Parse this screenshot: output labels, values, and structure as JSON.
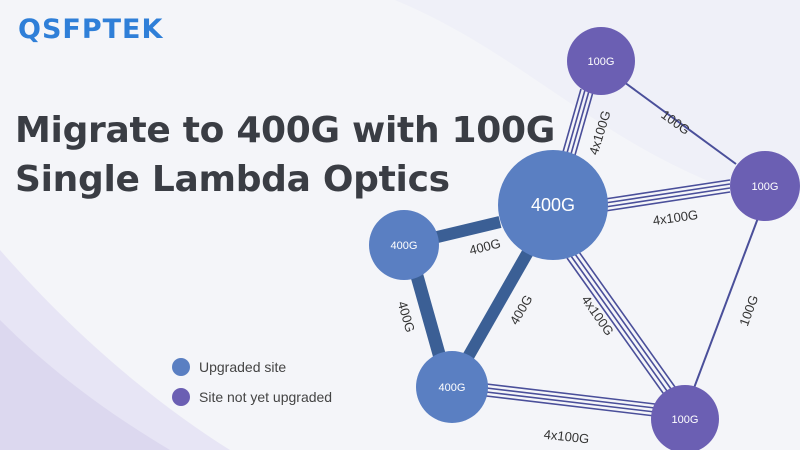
{
  "brand": {
    "logo_text": "QSFPTEK",
    "color": "#2f7fd8"
  },
  "headline": {
    "line1": "Migrate to 400G with 100G",
    "line2": "Single Lambda Optics"
  },
  "legend": {
    "upgraded_label": "Upgraded site",
    "not_upgraded_label": "Site not yet upgraded",
    "upgraded_color": "#5a7fc2",
    "not_upgraded_color": "#6b5fb3"
  },
  "nodes": {
    "core": {
      "label": "400G",
      "status": "upgraded"
    },
    "top": {
      "label": "100G",
      "status": "not_upgraded"
    },
    "right": {
      "label": "100G",
      "status": "not_upgraded"
    },
    "left": {
      "label": "400G",
      "status": "upgraded"
    },
    "bottom_left": {
      "label": "400G",
      "status": "upgraded"
    },
    "bottom_right": {
      "label": "100G",
      "status": "not_upgraded"
    }
  },
  "links": {
    "core_top": "4x100G",
    "top_right": "100G",
    "core_right": "4x100G",
    "core_left": "400G",
    "left_bottom_left": "400G",
    "core_bottom_left": "400G",
    "core_bottom_right": "4x100G",
    "right_bottom_right": "100G",
    "bottom_left_bottom_right": "4x100G"
  }
}
